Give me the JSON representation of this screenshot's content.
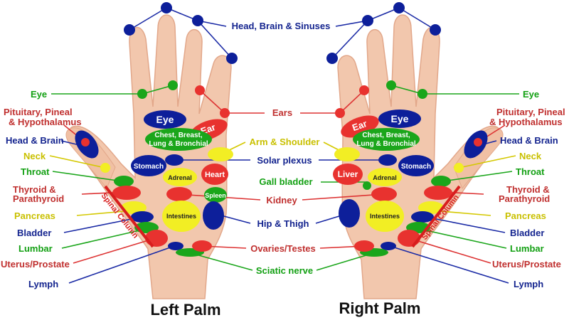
{
  "colors": {
    "blue": "#0d1f9a",
    "blue_line": "#1a2aa5",
    "red": "#e8322f",
    "green": "#1ba61b",
    "yellow": "#f2ee24",
    "label_blue": "#14248f",
    "label_red": "#c0302f",
    "label_green": "#13a013",
    "label_yellow": "#c9c000",
    "skin": "#f2c7ad",
    "skin_dark": "#e2a78a"
  },
  "hands": {
    "left_title": "Left Palm",
    "right_title": "Right Palm"
  },
  "labels": {
    "head_brain_sinuses": "Head, Brain & Sinuses",
    "ears": "Ears",
    "arm_shoulder": "Arm & Shoulder",
    "solar_plexus": "Solar plexus",
    "gall_bladder": "Gall bladder",
    "kidney": "Kidney",
    "hip_thigh": "Hip & Thigh",
    "ovaries_testes": "Ovaries/Testes",
    "sciatic_nerve": "Sciatic nerve",
    "eye": "Eye",
    "pituitary_line1": "Pituitary, Pineal",
    "pituitary_line2": "& Hypothalamus",
    "head_brain": "Head & Brain",
    "neck": "Neck",
    "throat": "Throat",
    "thyroid_line1": "Thyroid &",
    "thyroid_line2": "Parathyroid",
    "pancreas": "Pancreas",
    "bladder": "Bladder",
    "lumbar": "Lumbar",
    "uterus_prostate": "Uterus/Prostate",
    "lymph": "Lymph"
  },
  "zones": {
    "eye": "Eye",
    "ear": "Ear",
    "chest_line1": "Chest, Breast,",
    "chest_line2": "Lung & Bronchial",
    "stomach": "Stomach",
    "adrenal": "Adrenal",
    "heart": "Heart",
    "liver": "Liver",
    "spleen": "Spleen",
    "intestines": "Intestines",
    "spinal_column": "Spinal Column"
  }
}
